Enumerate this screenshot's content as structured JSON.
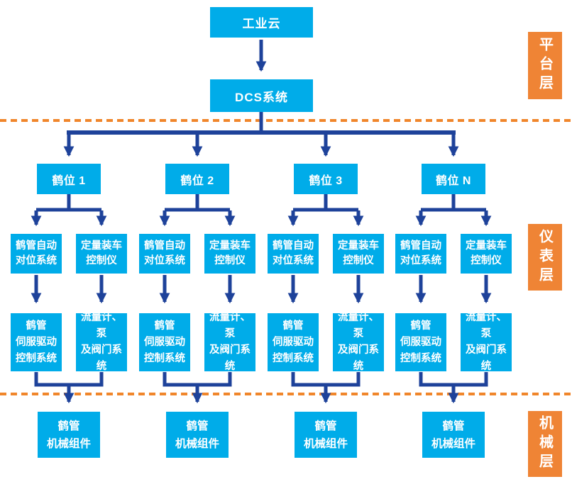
{
  "colors": {
    "node_cyan": "#00ACE9",
    "connector_navy": "#1E429A",
    "layer_label_orange": "#EF8435",
    "divider_orange": "#F0862B"
  },
  "nodes": {
    "cloud": "工业云",
    "dcs": "DCS系统"
  },
  "layer_labels": [
    {
      "label": "平台层"
    },
    {
      "label": "仪表层"
    },
    {
      "label": "机械层"
    }
  ],
  "branches": [
    {
      "station": "鹤位 1",
      "auto_align": "鹤管自动\n对位系统",
      "loading_controller": "定量装车\n控制仪",
      "servo_drive": "鹤管\n伺服驱动\n控制系统",
      "flow_pump_valve": "流量计、泵\n及阀门系统",
      "mechanical": "鹤管\n机械组件"
    },
    {
      "station": "鹤位 2",
      "auto_align": "鹤管自动\n对位系统",
      "loading_controller": "定量装车\n控制仪",
      "servo_drive": "鹤管\n伺服驱动\n控制系统",
      "flow_pump_valve": "流量计、泵\n及阀门系统",
      "mechanical": "鹤管\n机械组件"
    },
    {
      "station": "鹤位 3",
      "auto_align": "鹤管自动\n对位系统",
      "loading_controller": "定量装车\n控制仪",
      "servo_drive": "鹤管\n伺服驱动\n控制系统",
      "flow_pump_valve": "流量计、泵\n及阀门系统",
      "mechanical": "鹤管\n机械组件"
    },
    {
      "station": "鹤位 N",
      "auto_align": "鹤管自动\n对位系统",
      "loading_controller": "定量装车\n控制仪",
      "servo_drive": "鹤管\n伺服驱动\n控制系统",
      "flow_pump_valve": "流量计、泵\n及阀门系统",
      "mechanical": "鹤管\n机械组件"
    }
  ]
}
